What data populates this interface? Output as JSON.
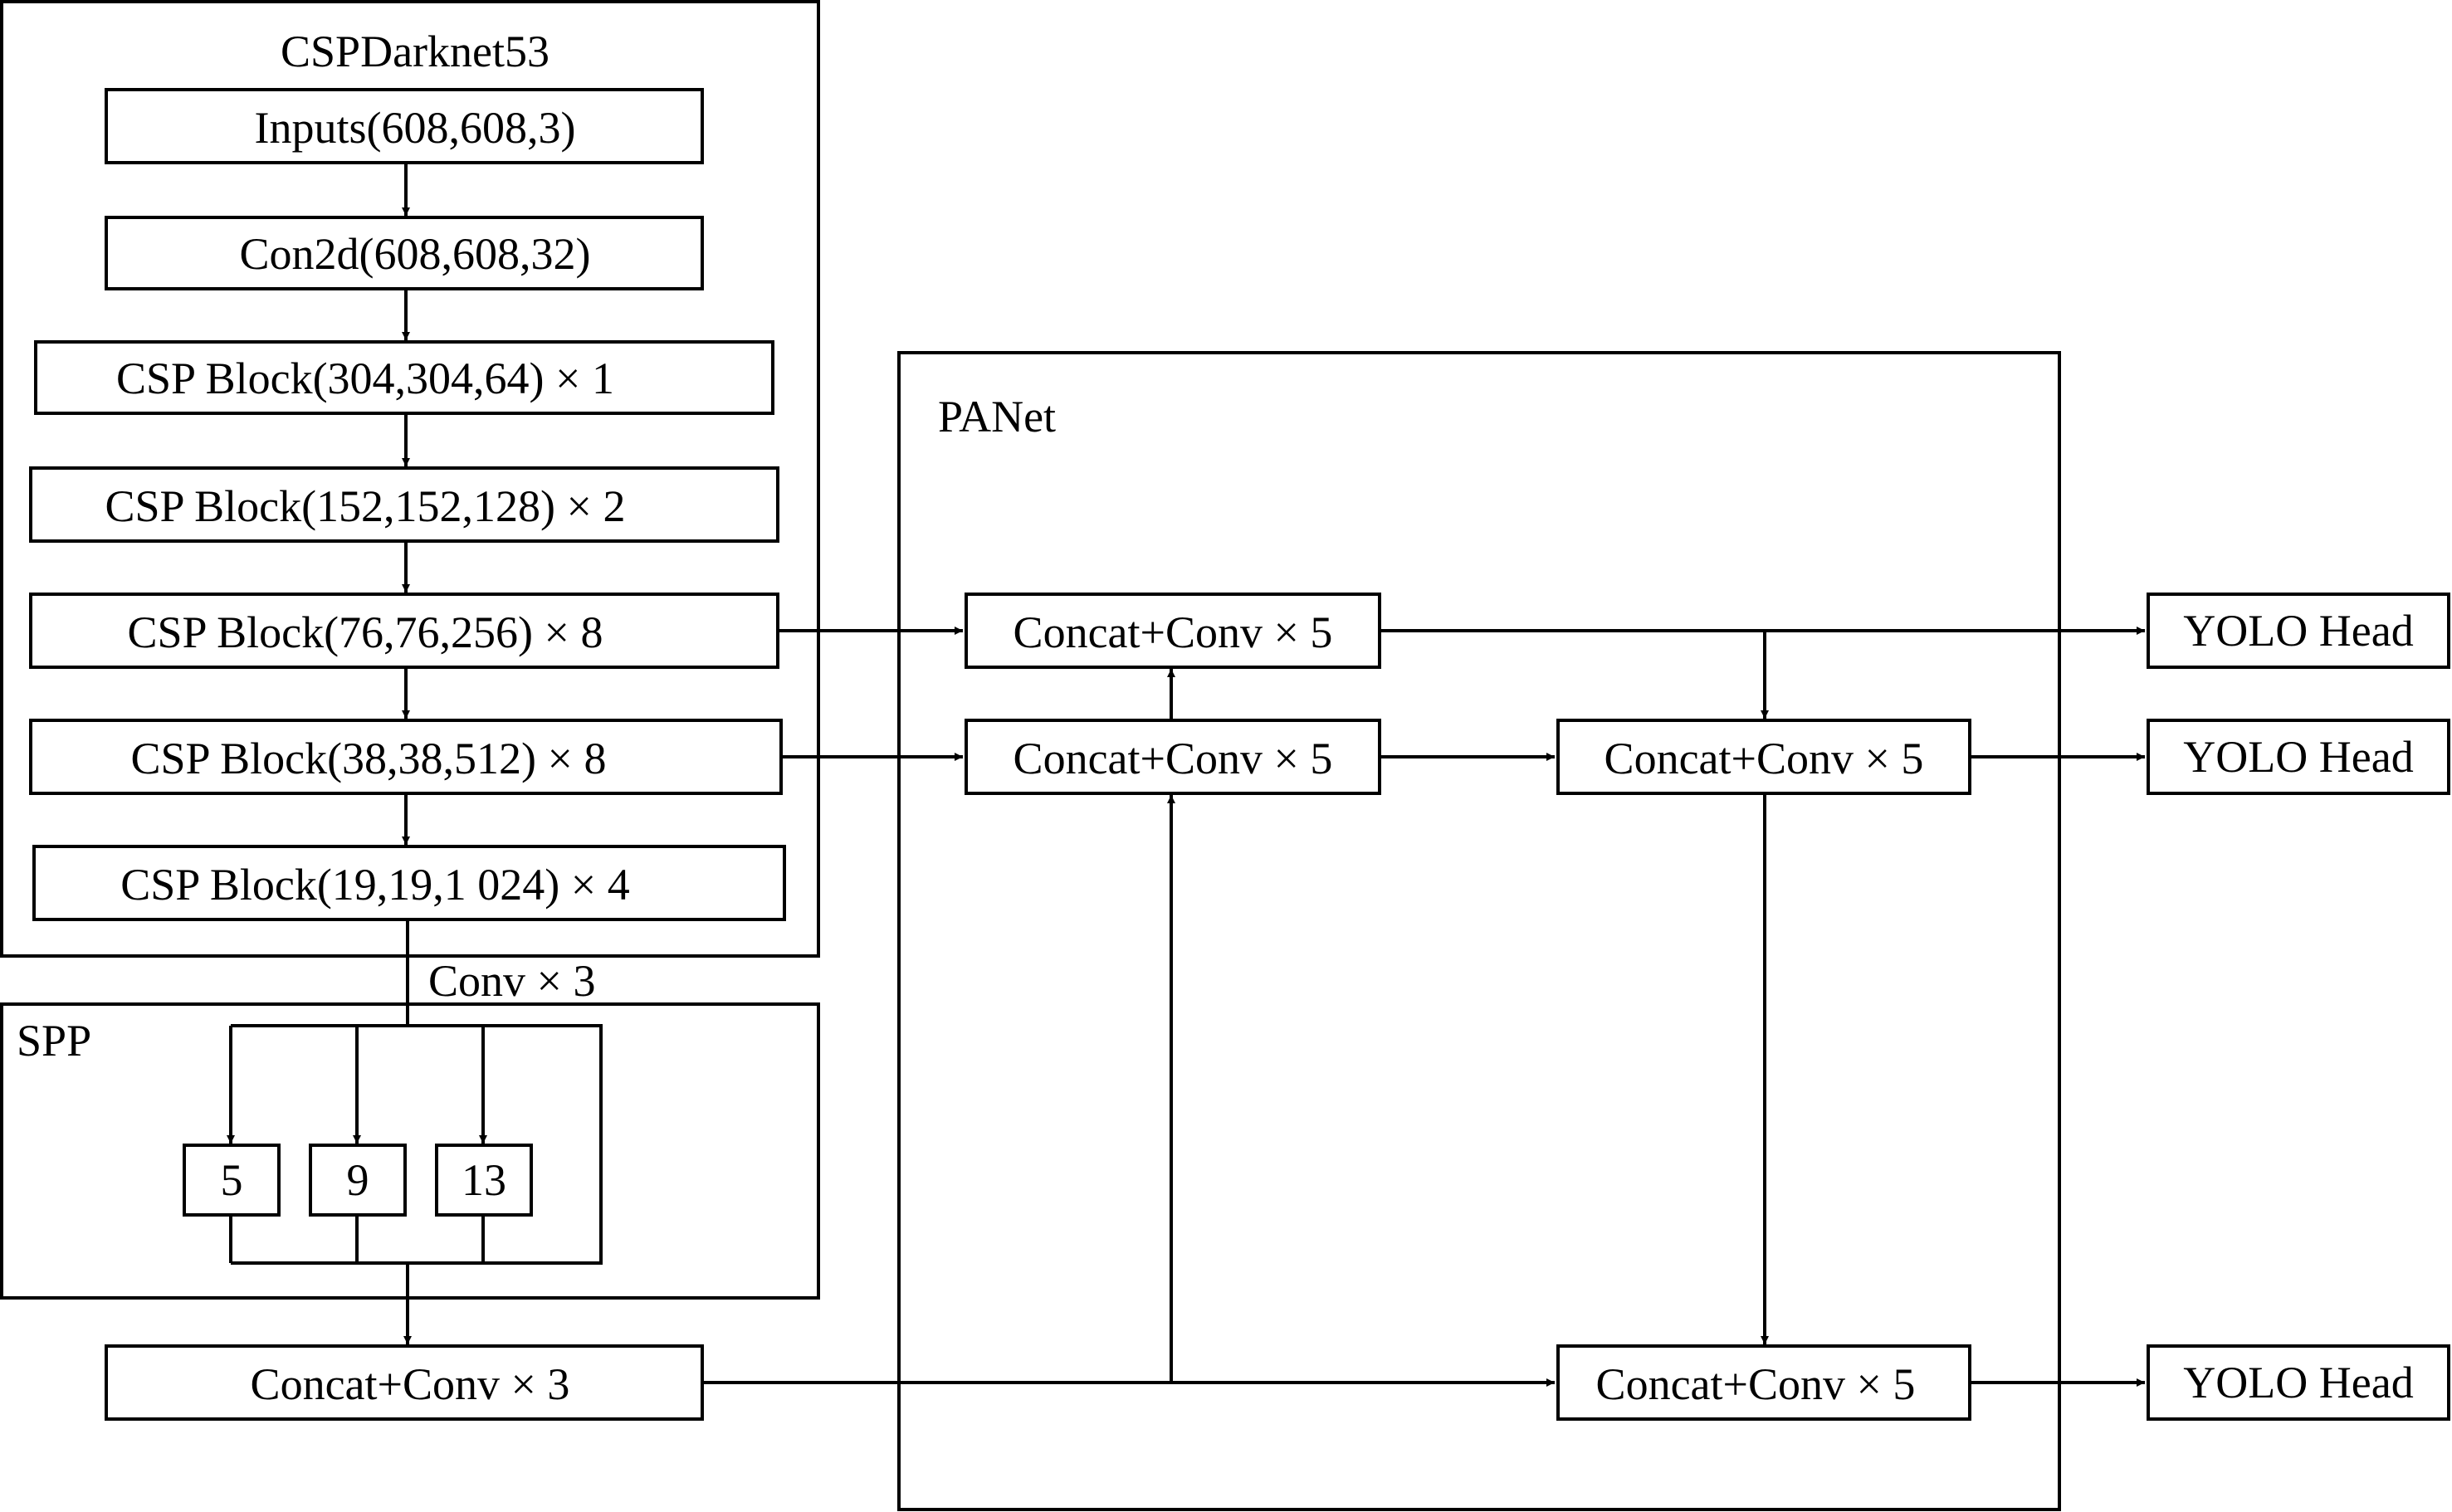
{
  "groups": {
    "backbone": "CSPDarknet53",
    "spp": "SPP",
    "panet": "PANet"
  },
  "backbone": {
    "inputs": "Inputs(608,608,3)",
    "conv2d": "Con2d(608,608,32)",
    "csp1": "CSP Block(304,304,64) × 1",
    "csp2": "CSP Block(152,152,128) × 2",
    "csp3": "CSP Block(76,76,256) × 8",
    "csp4": "CSP Block(38,38,512) × 8",
    "csp5": "CSP Block(19,19,1 024) × 4"
  },
  "spp": {
    "conv_label": "Conv × 3",
    "pool_5": "5",
    "pool_9": "9",
    "pool_13": "13",
    "concat": "Concat+Conv × 3"
  },
  "panet": {
    "concat_top": "Concat+Conv × 5",
    "concat_mid_left": "Concat+Conv × 5",
    "concat_mid_right": "Concat+Conv × 5",
    "concat_bottom": "Concat+Conv × 5"
  },
  "heads": {
    "head_1": "YOLO Head",
    "head_2": "YOLO Head",
    "head_3": "YOLO Head"
  }
}
